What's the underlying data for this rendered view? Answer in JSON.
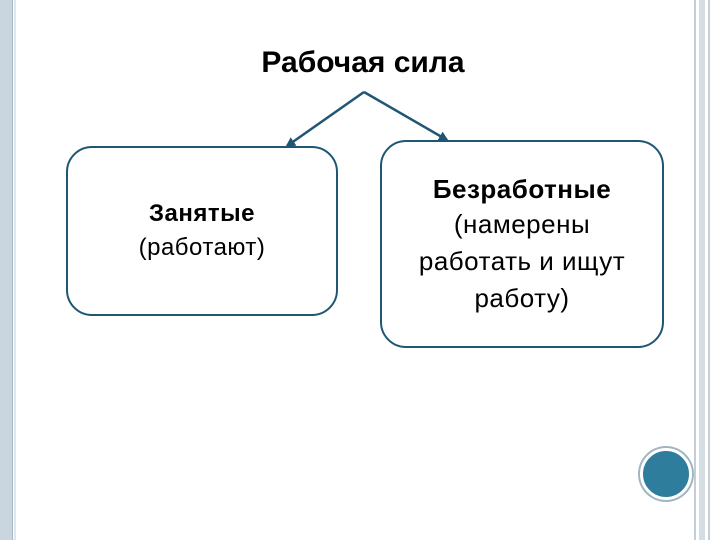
{
  "diagram": {
    "title": "Рабочая сила",
    "left_box": {
      "heading": "Занятые",
      "text": "(работают)"
    },
    "right_box": {
      "heading": "Безработные",
      "text_lines": [
        "(намерены",
        "работать и ищут",
        "работу)"
      ]
    }
  },
  "colors": {
    "accent": "#1f5673",
    "circle": "#2e7d9c",
    "frame": "#c9d6df"
  }
}
